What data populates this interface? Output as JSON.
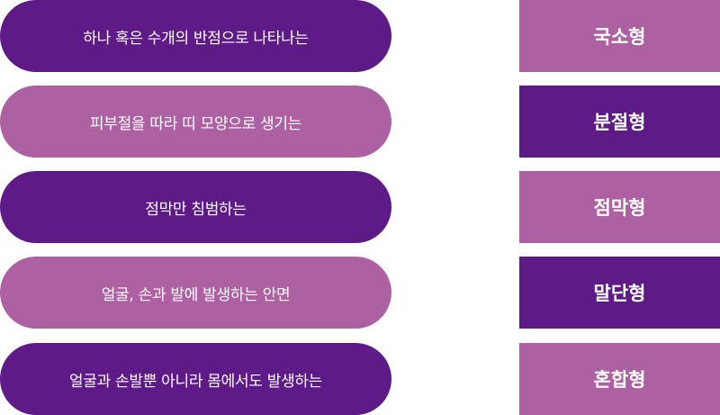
{
  "colors": {
    "dark": "#5e1a86",
    "light": "#ad61a2"
  },
  "rows": [
    {
      "description": "하나 혹은 수개의 반점으로 나타나는",
      "type": "국소형",
      "pill_tone": "dark",
      "box_tone": "light"
    },
    {
      "description": "피부절을 따라 띠 모양으로 생기는",
      "type": "분절형",
      "pill_tone": "light",
      "box_tone": "dark"
    },
    {
      "description": "점막만 침범하는",
      "type": "점막형",
      "pill_tone": "dark",
      "box_tone": "light"
    },
    {
      "description": "얼굴, 손과 발에 발생하는 안면",
      "type": "말단형",
      "pill_tone": "light",
      "box_tone": "dark"
    },
    {
      "description": "얼굴과 손발뿐 아니라 몸에서도 발생하는",
      "type": "혼합형",
      "pill_tone": "dark",
      "box_tone": "light"
    }
  ]
}
